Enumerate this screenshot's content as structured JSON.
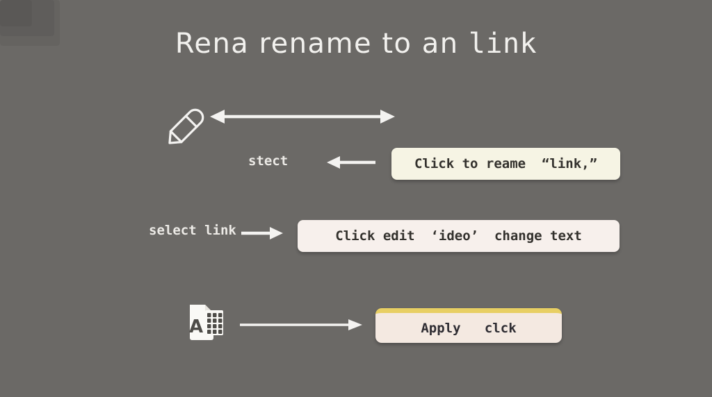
{
  "title": {
    "part1": "Rena rename to an ",
    "part2": "link"
  },
  "steps": [
    {
      "name": "edit-row",
      "icon": "pencil-icon",
      "arrow": "double-arrow"
    },
    {
      "name": "rename-row",
      "label": "stect",
      "arrow": "left-arrow",
      "box_text": "Click to reame  “link,”"
    },
    {
      "name": "select-row",
      "label": "select link",
      "arrow": "right-arrow",
      "box_text": "Click edit  ‘ideo’  change text"
    },
    {
      "name": "apply-row",
      "icon": "document-icon",
      "icon_letter": "A",
      "arrow": "right-arrow",
      "box_text": "Apply   clck"
    }
  ],
  "colors": {
    "background": "#6b6966",
    "title_text": "#f2f1ee",
    "arrow": "#f4f3f1",
    "label_text": "#eceae6",
    "rename_box_bg": "#f6f4e4",
    "edit_box_bg": "#f7f0ec",
    "apply_box_bg": "#f4e9e1",
    "apply_box_accent": "#e8cf63",
    "box_text": "#33312d"
  }
}
